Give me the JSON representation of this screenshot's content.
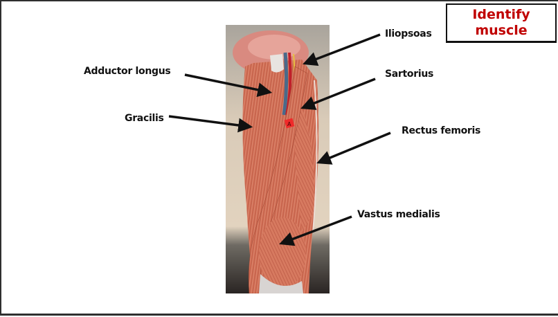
{
  "title": {
    "line1": "Identify",
    "line2": "muscle",
    "color": "#c00000"
  },
  "photo": {
    "subject": "anatomical model of thigh muscles, anterior view",
    "tag_label": "A"
  },
  "labels": [
    {
      "id": "adductor-longus",
      "text": "Adductor longus"
    },
    {
      "id": "gracilis",
      "text": "Gracilis"
    },
    {
      "id": "iliopsoas",
      "text": "Iliopsoas"
    },
    {
      "id": "sartorius",
      "text": "Sartorius"
    },
    {
      "id": "rectus-femoris",
      "text": "Rectus femoris"
    },
    {
      "id": "vastus-medialis",
      "text": "Vastus medialis"
    }
  ]
}
